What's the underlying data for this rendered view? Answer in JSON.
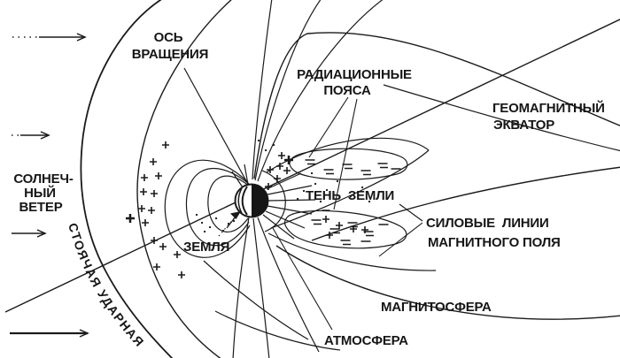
{
  "diagram": {
    "background": "#ffffff",
    "ink_color": "#1b1b1b",
    "labels": {
      "rotation_axis": {
        "line1": "ОСЬ",
        "line2": "ВРАЩЕНИЯ"
      },
      "radiation_belts": {
        "line1": "РАДИАЦИОННЫЕ",
        "line2": "ПОЯСА"
      },
      "geomagnetic_equator": {
        "line1": "ГЕОМАГНИТНЫЙ",
        "line2": "ЭКВАТОР"
      },
      "solar_wind": {
        "line1": "СОЛНЕЧ-",
        "line2": "НЫЙ",
        "line3": "ВЕТЕР"
      },
      "earth_shadow": "ТЕНЬ  ЗЕМЛИ",
      "field_lines": {
        "line1": "СИЛОВЫЕ  ЛИНИИ",
        "line2": "МАГНИТНОГО ПОЛЯ"
      },
      "earth": "ЗЕМЛЯ",
      "magnetosphere": "МАГНИТОСФЕРА",
      "atmosphere": "АТМОСФЕРА",
      "bow_shock": "СТОЯЧАЯ УДАРНАЯ"
    },
    "symbols": {
      "positive_charge": "+",
      "negative_charge": "−"
    }
  }
}
